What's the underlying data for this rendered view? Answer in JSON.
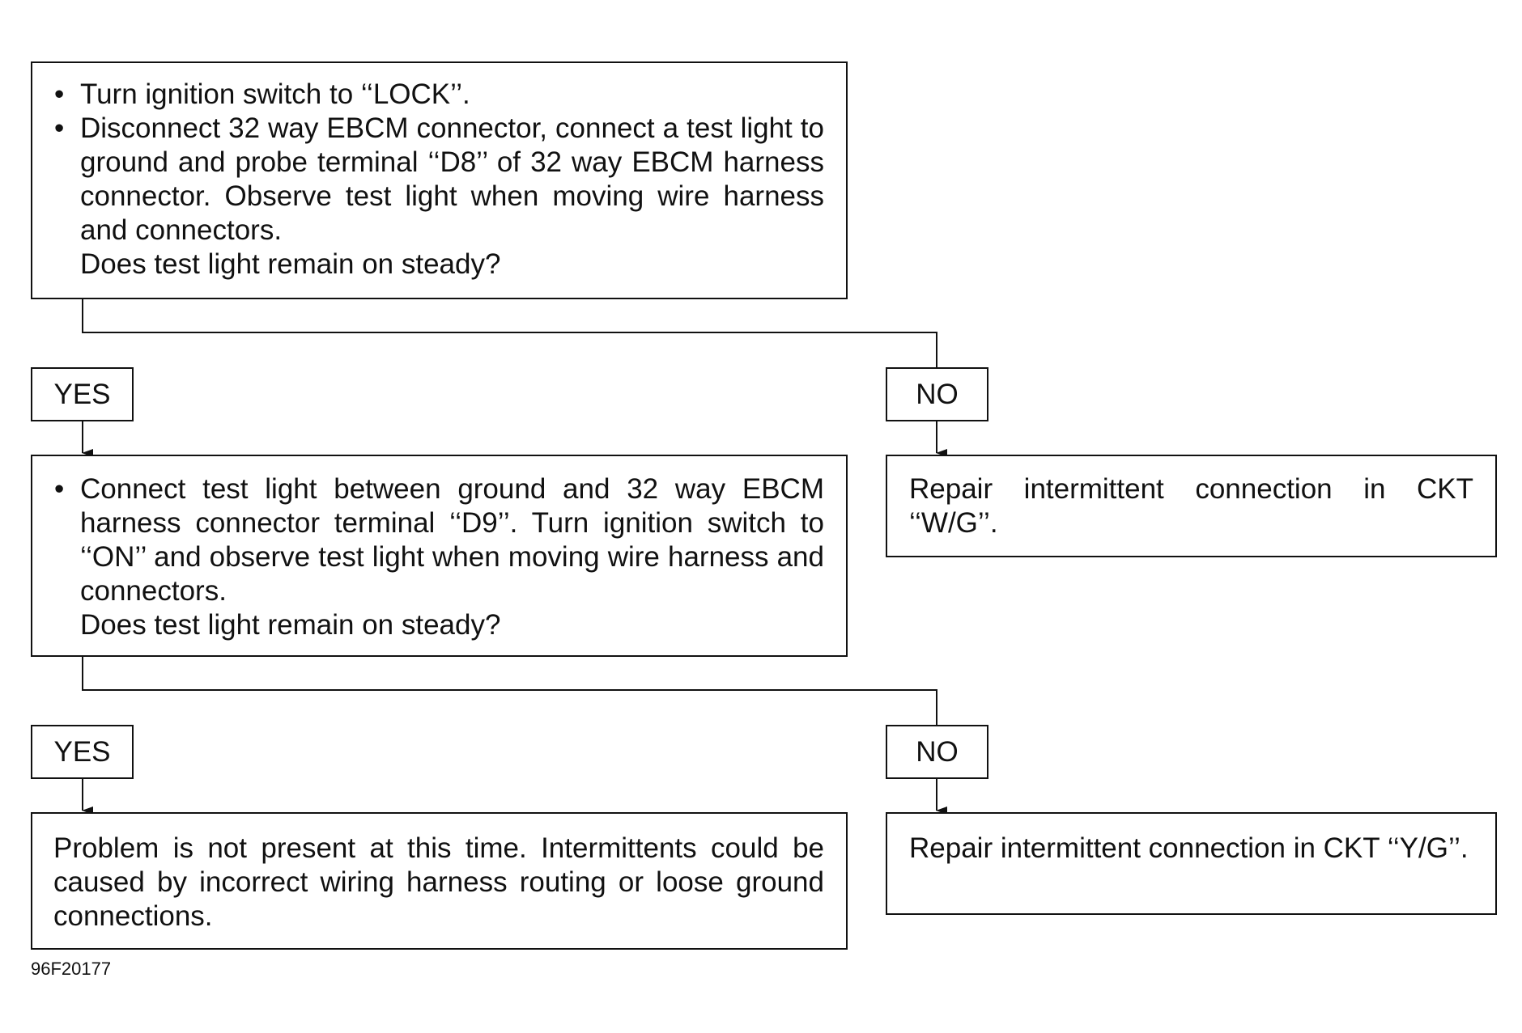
{
  "step1": {
    "bullets": [
      "Turn ignition switch to ‘‘LOCK’’.",
      "Disconnect 32 way EBCM connector, connect a test light to ground and probe terminal ‘‘D8’’ of 32 way EBCM harness connector. Observe test light when moving wire harness and connectors."
    ],
    "question": "Does test light remain on steady?"
  },
  "branch1": {
    "yes": "YES",
    "no": "NO"
  },
  "step2": {
    "bullets": [
      "Connect test light between ground and 32 way EBCM harness connector terminal ‘‘D9’’. Turn ignition switch to ‘‘ON’’ and observe test light when moving wire harness and connectors."
    ],
    "question": "Does test light remain on steady?"
  },
  "result_no_1": "Repair intermittent connection in CKT ‘‘W/G’’.",
  "branch2": {
    "yes": "YES",
    "no": "NO"
  },
  "result_yes_2": "Problem is not present at this time. Intermittents could be caused by incorrect wiring harness routing or loose ground connections.",
  "result_no_2": "Repair intermittent connection in CKT ‘‘Y/G’’.",
  "figure_id": "96F20177"
}
